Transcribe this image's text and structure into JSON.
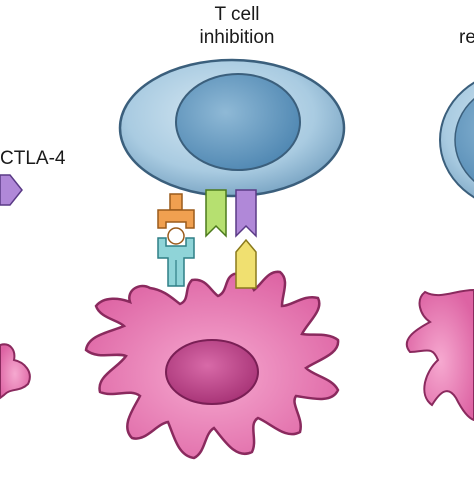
{
  "labels": {
    "center_title_line1": "T cell",
    "center_title_line2": "inhibition",
    "left_partial": "CTLA-4",
    "right_partial": "re"
  },
  "colors": {
    "t_cell_outer": "#9fc4dc",
    "t_cell_inner": "#5f96bf",
    "dendritic_cell": "#e97ab3",
    "dendritic_nucleus": "#c44a8c",
    "receptor_orange": "#f0a050",
    "receptor_teal": "#8fd4d8",
    "receptor_green": "#b6e070",
    "receptor_purple": "#b088d8",
    "ligand_yellow": "#f0e070",
    "left_arrow_purple": "#b088d8"
  },
  "icons": [
    "t-cell",
    "dendritic-cell",
    "mhc-receptor",
    "tcr-receptor",
    "cd28-receptor",
    "ctla4-receptor",
    "b7-ligand"
  ]
}
